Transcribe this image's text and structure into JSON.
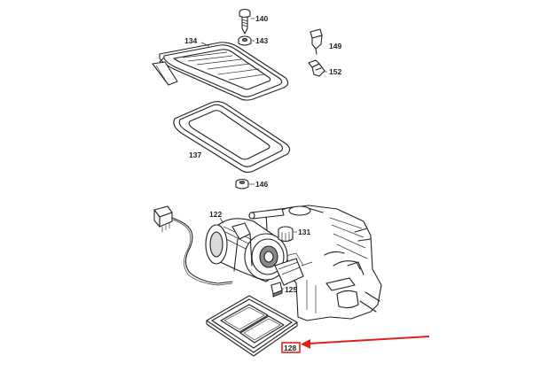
{
  "callouts": {
    "p140": "140",
    "p143": "143",
    "p134": "134",
    "p149": "149",
    "p152": "152",
    "p137": "137",
    "p146": "146",
    "p122": "122",
    "p131": "131",
    "p125": "125",
    "p128": "128"
  },
  "highlight": {
    "color": "#e0201c",
    "target": "128"
  }
}
